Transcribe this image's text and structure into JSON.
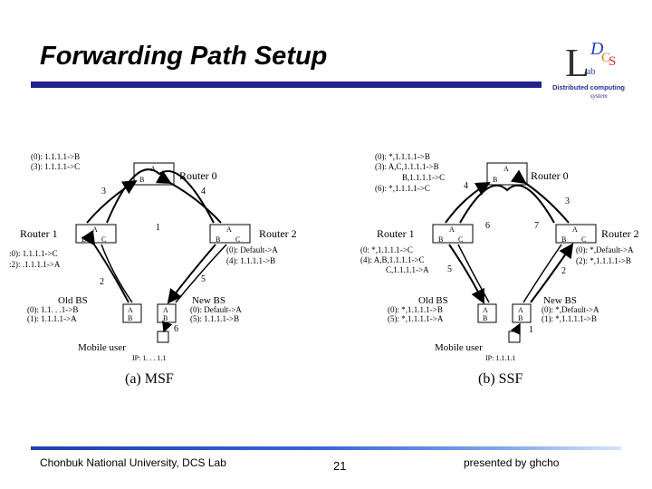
{
  "slide": {
    "title": "Forwarding Path Setup",
    "footer_left": "Chonbuk National University, DCS Lab",
    "page_number": "21",
    "footer_right": "presented by ghcho"
  },
  "logo": {
    "letter_l": "L",
    "letter_d": "D",
    "letter_c": "C",
    "letter_s": "S",
    "ab": "ab",
    "line1": "Distributed computing",
    "line2": "system"
  },
  "msf": {
    "caption": "(a) MSF",
    "router0": "Router 0",
    "router1": "Router 1",
    "router2": "Router 2",
    "old_bs": "Old BS",
    "new_bs": "New BS",
    "mobile_user": "Mobile user",
    "ip": "IP: 1. . . 1.1",
    "r0_table": [
      "(0): 1.1.1.1->B",
      "(3): 1.1.1.1->C"
    ],
    "r1_table": [
      ":0): 1.1.1.1->C",
      ":2): .1.1.1.1->A"
    ],
    "r2_table": [
      "(0): Default->A",
      "(4): 1.1.1.1->B"
    ],
    "oldbs_table": [
      "(0): 1.1. . .1->B",
      "(1): 1.1.1.1->A"
    ],
    "newbs_table": [
      "(0): Default->A",
      "(5): 1.1.1.1->B"
    ],
    "step_labels": [
      "1",
      "2",
      "3",
      "4",
      "5",
      "6"
    ],
    "port_a": "A",
    "port_b": "B",
    "port_c": "C"
  },
  "ssf": {
    "caption": "(b) SSF",
    "router0": "Router 0",
    "router1": "Router 1",
    "router2": "Router 2",
    "old_bs": "Old BS",
    "new_bs": "New BS",
    "mobile_user": "Mobile user",
    "ip": "IP: 1.1.1.1",
    "r0_table": [
      "(0):     *,1.1.1.1->B",
      "(3): A,C,1.1.1.1->B",
      "B,1.1.1.1->C",
      "(6):     *,1.1.1.1->C"
    ],
    "r1_table": [
      "(0:     *,1.1.1.1->C",
      "(4): A,B,1.1.1.1->C",
      "C,1.1.1.1->A"
    ],
    "r2_table": [
      "(0): *,Default->A",
      "(2): *,1.1.1.1->B"
    ],
    "oldbs_table": [
      "(0): *,1.1.1.1->B",
      "(5): *,1.1.1.1->A"
    ],
    "newbs_table": [
      "(0): *,Default->A",
      "(1): *,1.1.1.1->B"
    ],
    "step_labels": [
      "1",
      "2",
      "3",
      "4",
      "5",
      "6",
      "7"
    ],
    "port_a": "A",
    "port_b": "B",
    "port_c": "C"
  }
}
